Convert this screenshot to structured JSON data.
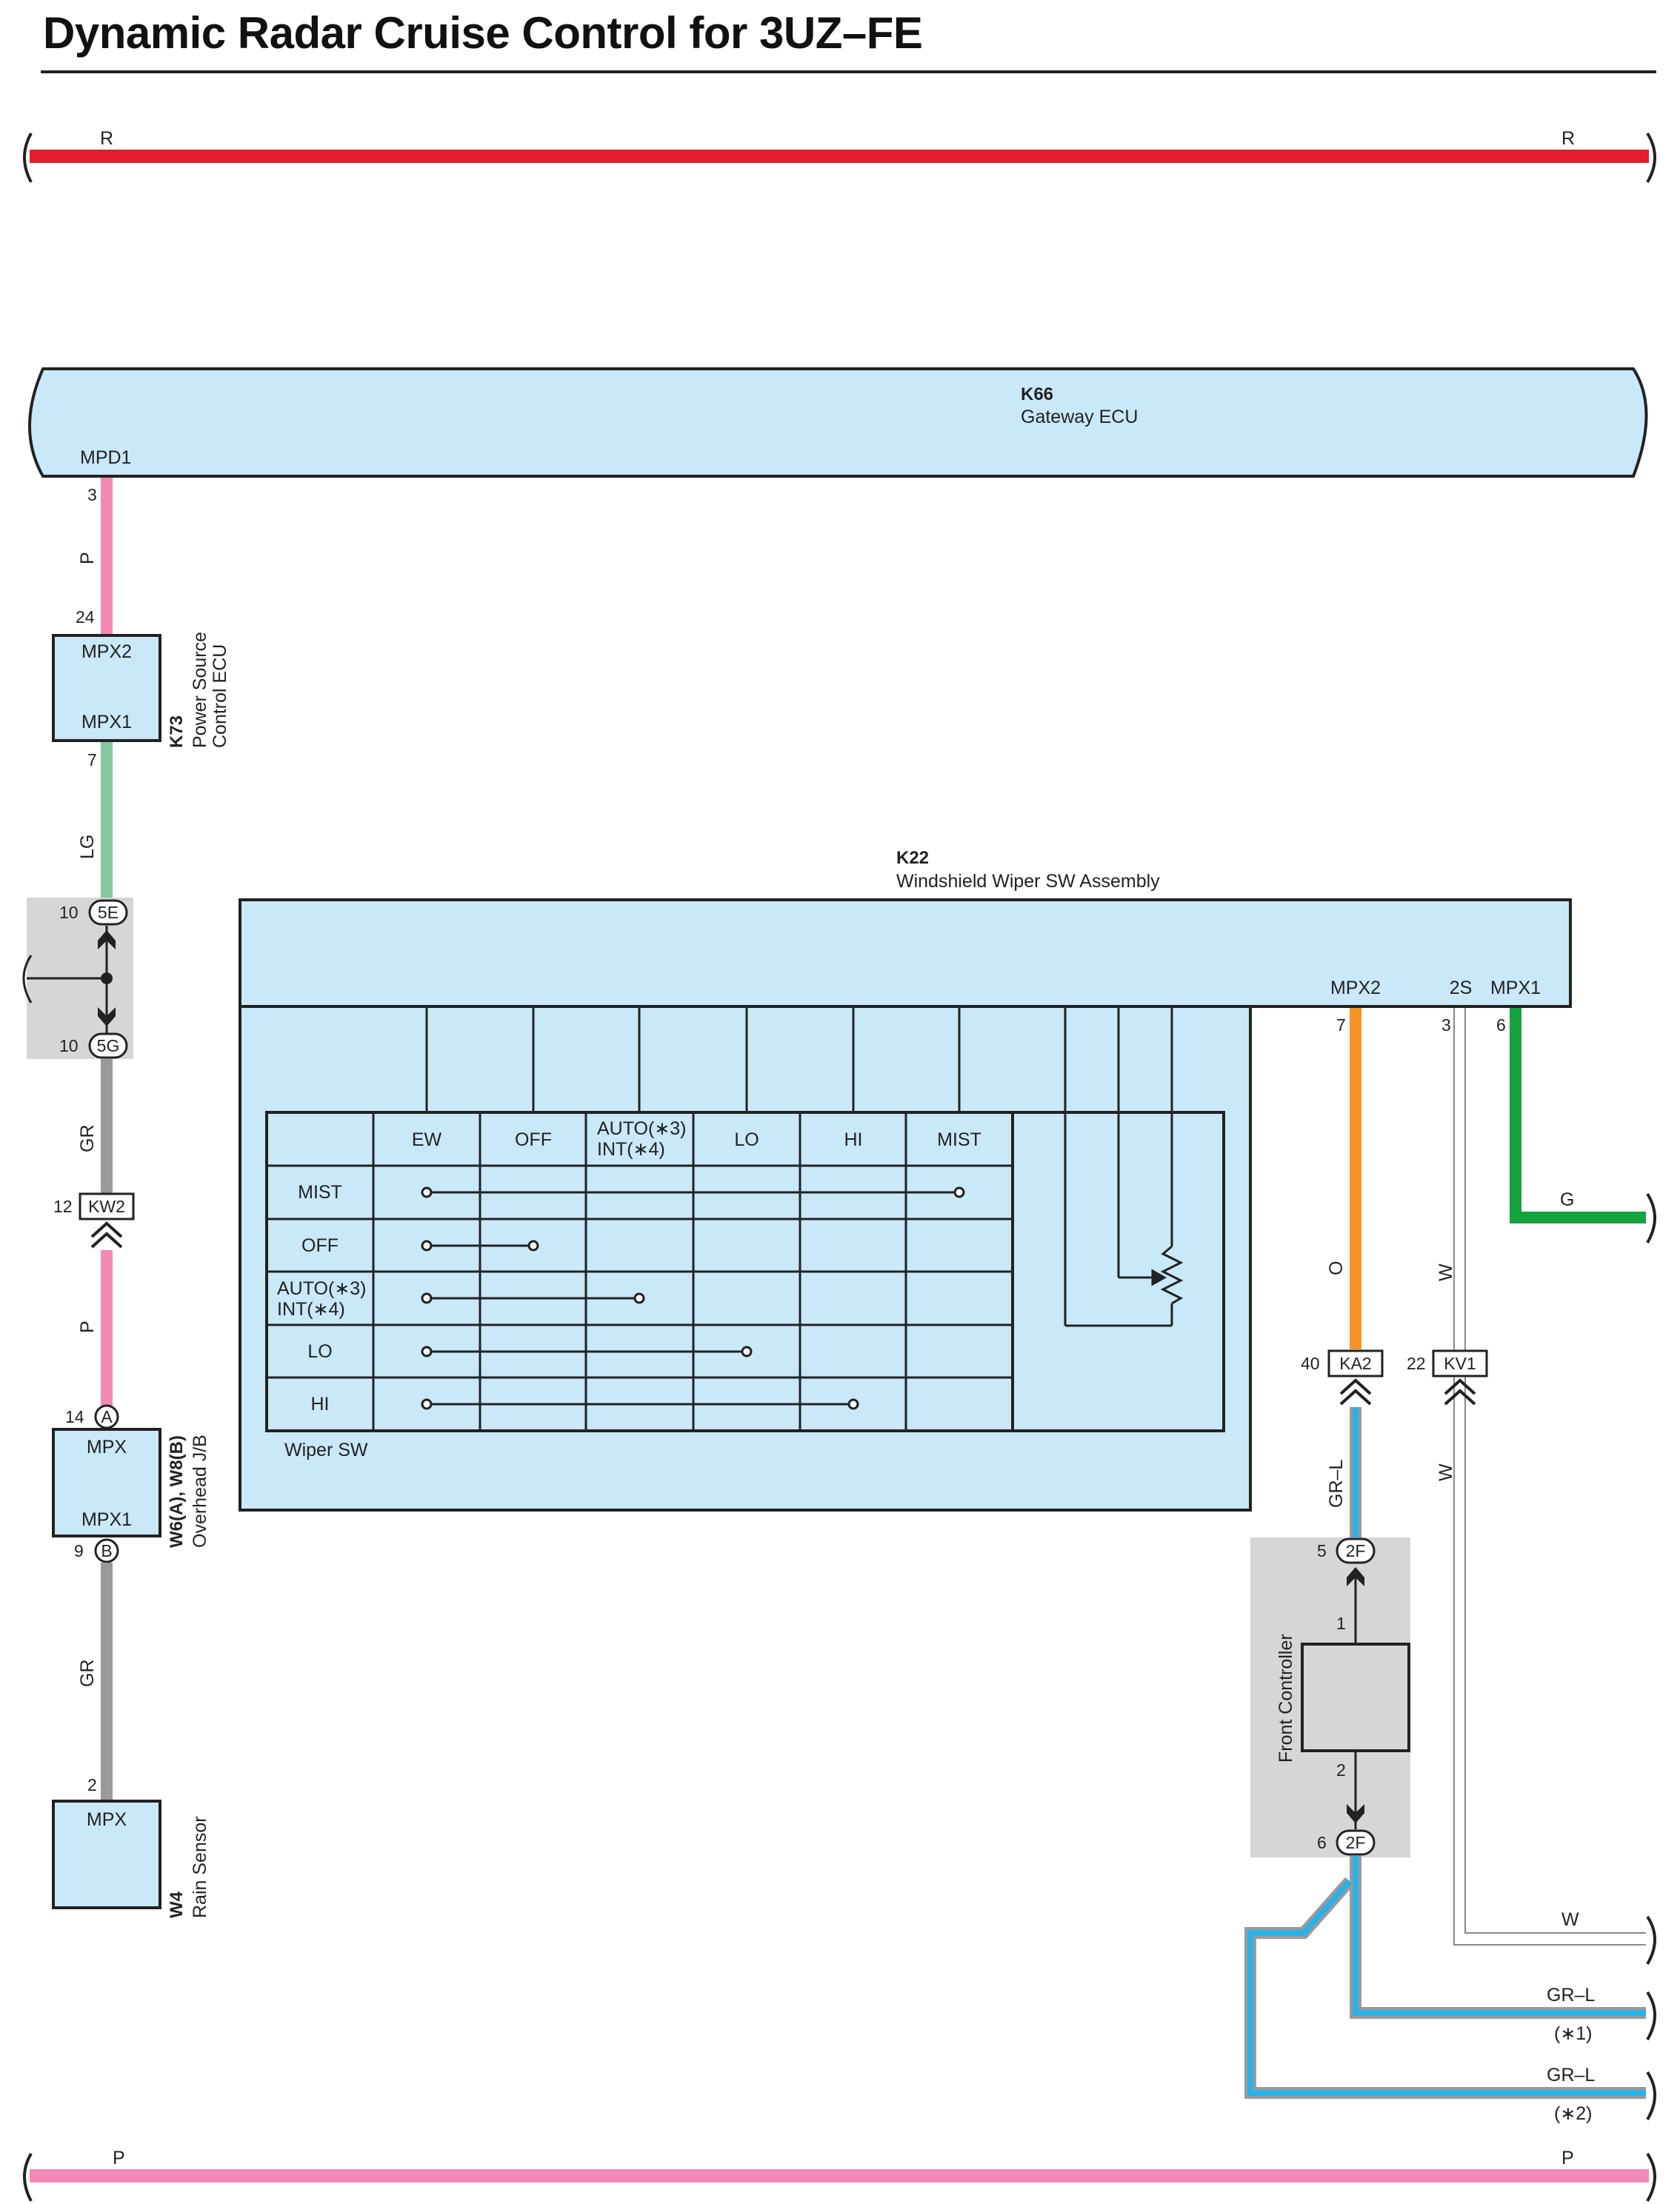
{
  "title": "Dynamic Radar Cruise Control for 3UZ–FE",
  "colors": {
    "red": "#e21d2c",
    "pink": "#f28ab5",
    "light_green": "#86c9a0",
    "gray": "#9a9a9c",
    "orange": "#f59324",
    "green": "#13a33f",
    "cyan": "#2ab1e6",
    "box_fill": "#c9e8f8",
    "shade": "#d6d6d8"
  },
  "rails": {
    "top_label": "R",
    "bottom_label": "P"
  },
  "gateway": {
    "code": "K66",
    "name": "Gateway ECU",
    "terminal": "MPD1"
  },
  "power_ecu": {
    "code": "K73",
    "name_line1": "Power Source",
    "name_line2": "Control ECU",
    "term_top": "MPX2",
    "term_bottom": "MPX1",
    "pin_top": "24",
    "pin_bottom": "7"
  },
  "j5": {
    "top_pin": "10",
    "top_conn": "5E",
    "bottom_pin": "10",
    "bottom_conn": "5G"
  },
  "kw2": {
    "pin": "12",
    "label": "KW2"
  },
  "overhead": {
    "code": "W6(A), W8(B)",
    "name": "Overhead J/B",
    "term_top": "MPX",
    "term_bottom": "MPX1",
    "pin_top": "14",
    "conn_top": "A",
    "pin_bottom": "9",
    "conn_bottom": "B"
  },
  "rain": {
    "code": "W4",
    "name": "Rain Sensor",
    "term": "MPX",
    "pin": "2"
  },
  "left_wires": {
    "p1": "P",
    "lg": "LG",
    "gr1": "GR",
    "p2": "P",
    "gr2": "GR",
    "pin_gw": "3"
  },
  "wiper_assy": {
    "code": "K22",
    "name": "Windshield Wiper SW Assembly",
    "term_mpx2": "MPX2",
    "term_2s": "2S",
    "term_mpx1": "MPX1",
    "pin_mpx2": "7",
    "pin_2s": "3",
    "pin_mpx1": "6",
    "switch_label": "Wiper SW"
  },
  "wiper_table": {
    "columns": [
      "EW",
      "OFF",
      "AUTO(∗3)",
      "INT(∗4)",
      "LO",
      "HI",
      "MIST"
    ],
    "rows": [
      "MIST",
      "OFF",
      "AUTO(∗3)",
      "INT(∗4)",
      "LO",
      "HI"
    ]
  },
  "right_wires": {
    "o": "O",
    "w1": "W",
    "w2": "W",
    "grl": "GR–L",
    "g": "G"
  },
  "ka2": {
    "pin": "40",
    "label": "KA2"
  },
  "kv1": {
    "pin": "22",
    "label": "KV1"
  },
  "front_controller": {
    "name": "Front Controller",
    "top_pin": "5",
    "top_conn": "2F",
    "bottom_pin": "6",
    "bottom_conn": "2F",
    "pin1": "1",
    "pin2": "2"
  },
  "outputs": {
    "w": "W",
    "grl1": "GR–L",
    "note1": "(∗1)",
    "grl2": "GR–L",
    "note2": "(∗2)"
  }
}
